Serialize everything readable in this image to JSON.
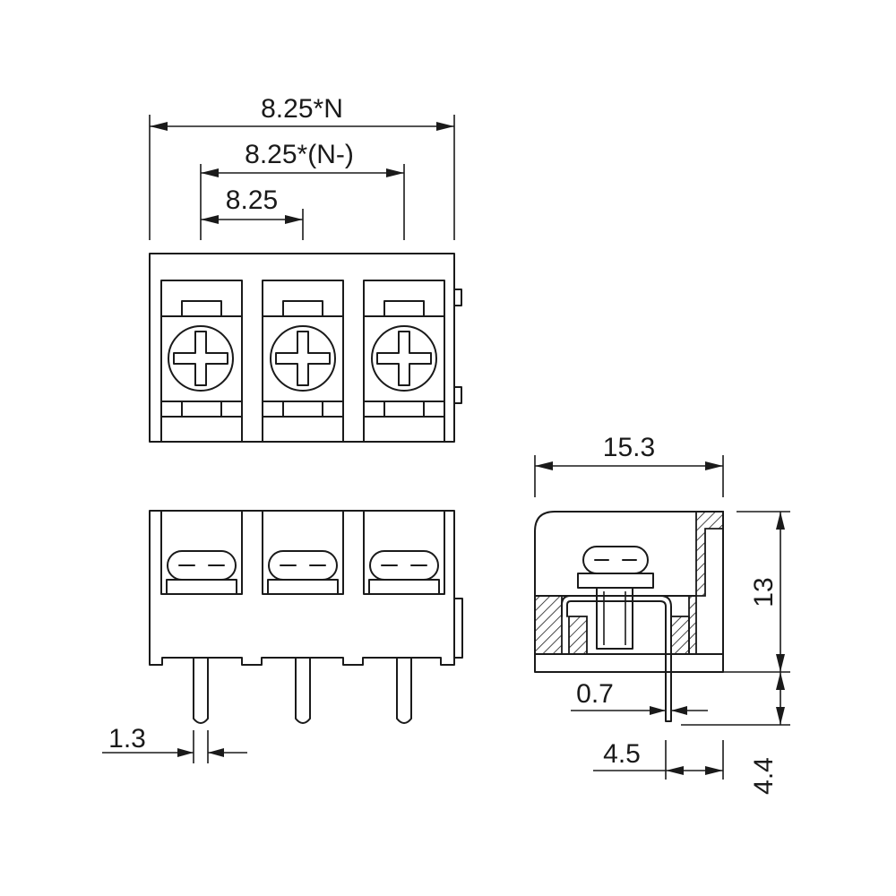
{
  "dimensions": {
    "total_width": "8.25*N",
    "outer_pitch": "8.25*(N-)",
    "pitch": "8.25",
    "pin_width": "1.3",
    "depth": "15.3",
    "height": "13",
    "lead_thickness": "0.7",
    "lead_offset": "4.5",
    "pin_length": "4.4"
  },
  "colors": {
    "line": "#1a1a1a",
    "background": "#ffffff"
  }
}
